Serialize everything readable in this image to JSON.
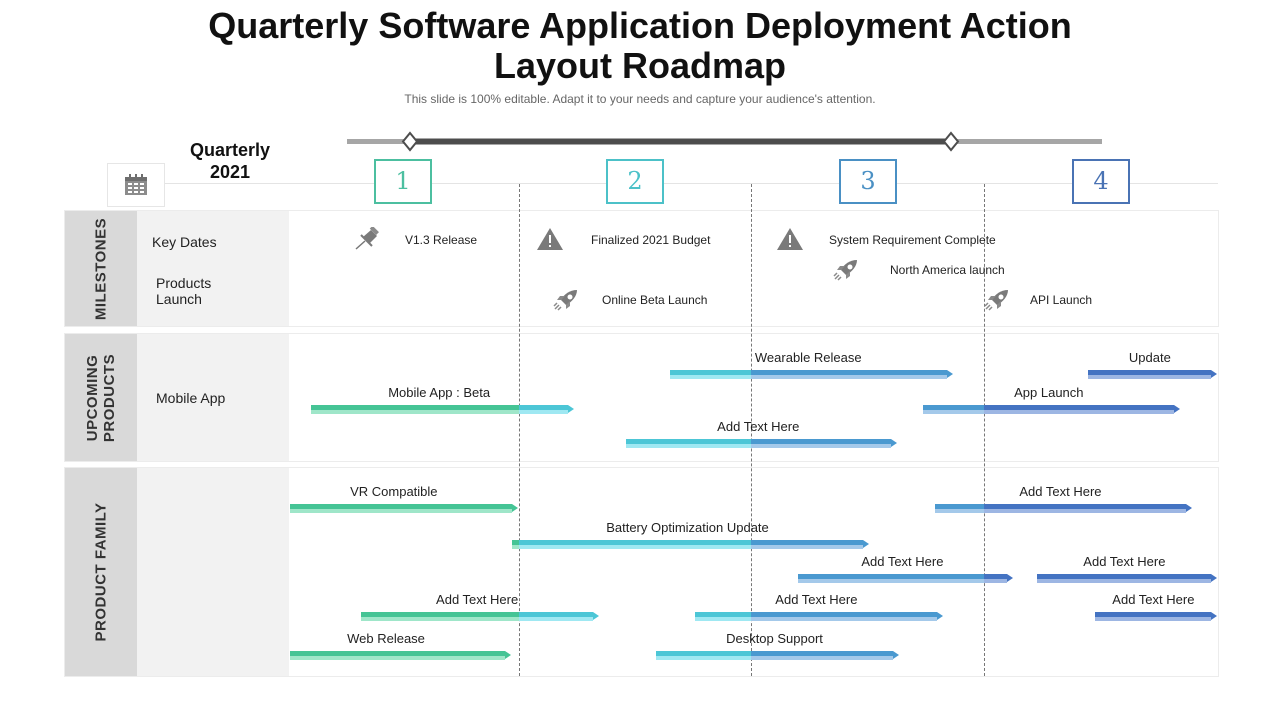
{
  "title": "Quarterly Software Application Deployment Action Layout Roadmap",
  "title_line1": "Quarterly Software Application Deployment Action",
  "title_line2": "Layout Roadmap",
  "subtitle": "This slide is 100% editable. Adapt it to your needs and capture your audience's attention.",
  "period_label_line1": "Quarterly",
  "period_label_line2": "2021",
  "calendar_icon": "calendar-icon",
  "quarters": [
    {
      "label": "1",
      "color": "#4cbfa0"
    },
    {
      "label": "2",
      "color": "#4cc1c8"
    },
    {
      "label": "3",
      "color": "#4a90c4"
    },
    {
      "label": "4",
      "color": "#4a73b4"
    }
  ],
  "quarter_colors": {
    "q1": {
      "top": "#45c495",
      "bottom": "#9fe6c9"
    },
    "q2": {
      "top": "#4cc6d6",
      "bottom": "#9fe8f2"
    },
    "q3": {
      "top": "#4a99d0",
      "bottom": "#a4c9ea"
    },
    "q4": {
      "top": "#4473c2",
      "bottom": "#9db6e3"
    }
  },
  "sections": {
    "milestones": {
      "tag": "MILESTONES",
      "sublabels": [
        "Key Dates",
        "Products\nLaunch"
      ],
      "key_dates": [
        {
          "icon": "pushpin-icon",
          "text": "V1.3 Release",
          "quarter": 1.0
        },
        {
          "icon": "warning-icon",
          "text": "Finalized 2021 Budget",
          "quarter": 2.0
        },
        {
          "icon": "warning-icon",
          "text": "System Requirement Complete",
          "quarter": 3.0
        }
      ],
      "product_launches": [
        {
          "icon": "rocket-icon",
          "text": "Online Beta Launch",
          "quarter": 2.0
        },
        {
          "icon": "rocket-icon",
          "text": "North America launch",
          "quarter": 3.0
        },
        {
          "icon": "rocket-icon",
          "text": "API Launch",
          "quarter": 4.0
        }
      ]
    },
    "upcoming_products": {
      "tag_line1": "UPCOMING",
      "tag_line2": "PRODUCTS",
      "sublabel": "Mobile App",
      "bars": [
        {
          "label": "Wearable Release",
          "start": 2.65,
          "end": 3.84
        },
        {
          "label": "Update",
          "start": 4.45,
          "end": 4.98
        },
        {
          "label": "Mobile App : Beta",
          "start": 1.09,
          "end": 2.21
        },
        {
          "label": "App Launch",
          "start": 3.74,
          "end": 4.82
        },
        {
          "label": "Add Text Here",
          "start": 2.46,
          "end": 3.6
        }
      ]
    },
    "product_family": {
      "tag": "PRODUCT FAMILY",
      "bars": [
        {
          "label": "VR Compatible",
          "start": 0.95,
          "end": 1.97
        },
        {
          "label": "Add Text Here",
          "start": 3.79,
          "end": 4.87
        },
        {
          "label": "Battery Optimization Update",
          "start": 1.97,
          "end": 3.48
        },
        {
          "label": "Add Text Here",
          "start": 3.2,
          "end": 4.1
        },
        {
          "label": "Add Text Here",
          "start": 4.23,
          "end": 4.98
        },
        {
          "label": "Add Text Here",
          "start": 1.31,
          "end": 2.32
        },
        {
          "label": "Add Text Here",
          "start": 2.76,
          "end": 3.8
        },
        {
          "label": "Add Text Here",
          "start": 4.48,
          "end": 4.98
        },
        {
          "label": "Web Release",
          "start": 0.92,
          "end": 1.94
        },
        {
          "label": "Desktop Support",
          "start": 2.59,
          "end": 3.61
        }
      ]
    }
  }
}
